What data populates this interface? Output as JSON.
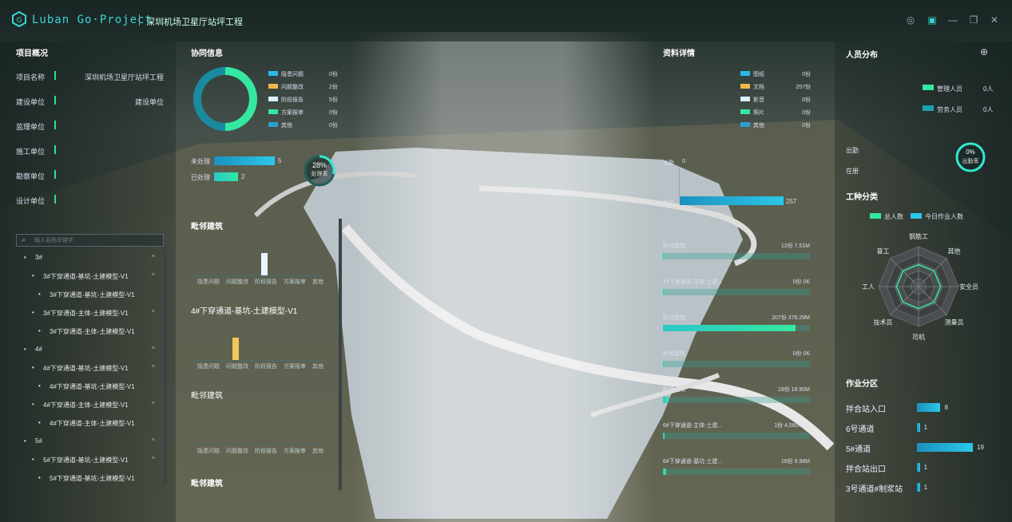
{
  "header": {
    "logo": "Luban Go·Project",
    "project": "深圳机场卫星厅站坪工程"
  },
  "overview": {
    "title": "项目概况",
    "rows": [
      {
        "label": "项目名称",
        "value": "深圳机场卫星厅站坪工程"
      },
      {
        "label": "建设单位",
        "value": "建设单位"
      },
      {
        "label": "监理单位",
        "value": ""
      },
      {
        "label": "施工单位",
        "value": ""
      },
      {
        "label": "勘察单位",
        "value": ""
      },
      {
        "label": "设计单位",
        "value": ""
      }
    ]
  },
  "search": {
    "placeholder": "输入名称关键字"
  },
  "tree": [
    {
      "label": "3#",
      "level": 0,
      "caret": "^"
    },
    {
      "label": "3#下穿通道-基坑-土建模型-V1",
      "level": 1,
      "caret": "^"
    },
    {
      "label": "3#下穿通道-基坑-土建模型-V1",
      "level": 2,
      "caret": ""
    },
    {
      "label": "3#下穿通道-主体-土建模型-V1",
      "level": 1,
      "caret": "^"
    },
    {
      "label": "3#下穿通道-主体-土建模型-V1",
      "level": 2,
      "caret": ""
    },
    {
      "label": "4#",
      "level": 0,
      "caret": "^"
    },
    {
      "label": "4#下穿通道-基坑-土建模型-V1",
      "level": 1,
      "caret": "^"
    },
    {
      "label": "4#下穿通道-基坑-土建模型-V1",
      "level": 2,
      "caret": ""
    },
    {
      "label": "4#下穿通道-主体-土建模型-V1",
      "level": 1,
      "caret": "^"
    },
    {
      "label": "4#下穿通道-主体-土建模型-V1",
      "level": 2,
      "caret": ""
    },
    {
      "label": "5#",
      "level": 0,
      "caret": "^"
    },
    {
      "label": "5#下穿通道-基坑-土建模型-V1",
      "level": 1,
      "caret": "^"
    },
    {
      "label": "5#下穿通道-基坑-土建模型-V1",
      "level": 2,
      "caret": ""
    }
  ],
  "collab": {
    "title": "协同信息",
    "legend": [
      {
        "label": "隐患问题",
        "value": "0份",
        "color": "#2bb8e8"
      },
      {
        "label": "问题整改",
        "value": "2份",
        "color": "#f0b84a"
      },
      {
        "label": "阶段报告",
        "value": "5份",
        "color": "#d9f2ff"
      },
      {
        "label": "方案报审",
        "value": "0份",
        "color": "#35e8a0"
      },
      {
        "label": "其他",
        "value": "0份",
        "color": "#2aa0d0"
      }
    ],
    "pending_label": "未处理",
    "pending_value": "5",
    "done_label": "已处理",
    "done_value": "2",
    "rate": "28%",
    "rate_label": "处理率"
  },
  "nearby": {
    "title": "毗邻建筑",
    "categories": [
      "隐患问题",
      "问题整改",
      "阶段报告",
      "方案报审",
      "其他"
    ],
    "groups": [
      {
        "title": "毗邻建筑",
        "values": [
          0,
          0,
          1,
          0,
          0
        ],
        "color": "#e8f8ff"
      },
      {
        "title": "4#下穿通道-基坑-土建模型-V1",
        "values": [
          0,
          1,
          0,
          0,
          0
        ],
        "color": "#f5c75a"
      },
      {
        "title": "毗邻建筑",
        "values": [
          0,
          0,
          0,
          0,
          0
        ],
        "color": "#35e8a0"
      }
    ],
    "last_title": "毗邻建筑"
  },
  "docs": {
    "title": "资料详情",
    "legend": [
      {
        "label": "图纸",
        "value": "0份",
        "color": "#2bb8e8"
      },
      {
        "label": "文档",
        "value": "257份",
        "color": "#f0b84a"
      },
      {
        "label": "影音",
        "value": "0份",
        "color": "#d9f2ff"
      },
      {
        "label": "照片",
        "value": "0份",
        "color": "#35e8a0"
      },
      {
        "label": "其他",
        "value": "0份",
        "color": "#2aa0d0"
      }
    ],
    "top_label": "出勤",
    "top_value": "0",
    "bar_label": "毗邻",
    "bar_value": "257",
    "items": [
      {
        "label": "毗邻建筑",
        "info": "12份 7.51M",
        "pct": 0.01
      },
      {
        "label": "4#下穿通道-主体-土建...",
        "info": "0份 0K",
        "pct": 0.0
      },
      {
        "label": "毗邻建筑",
        "info": "207份 376.29M",
        "pct": 0.9
      },
      {
        "label": "毗邻建筑",
        "info": "0份 0K",
        "pct": 0.0
      },
      {
        "label": "毗邻建筑",
        "info": "19份 18.90M",
        "pct": 0.03
      },
      {
        "label": "6#下穿通道-主体-土建...",
        "info": "1份 4,560.55K",
        "pct": 0.005
      },
      {
        "label": "6#下穿通道-基坑-土建...",
        "info": "18份 9.98M",
        "pct": 0.02
      }
    ]
  },
  "personnel": {
    "title": "人员分布",
    "legend": [
      {
        "label": "管理人员",
        "value": "0人",
        "color": "#35e8a0"
      },
      {
        "label": "劳务人员",
        "value": "0人",
        "color": "#1aa0b0"
      }
    ],
    "out_label": "出勤",
    "in_label": "在册",
    "rate": "0%",
    "rate_label": "出勤率"
  },
  "trades": {
    "title": "工种分类",
    "legend_total": "总人数",
    "legend_today": "今日作业人数",
    "axes": [
      "钢筋工",
      "其他",
      "安全员",
      "测量员",
      "司机",
      "技术员",
      "工人",
      "普工"
    ]
  },
  "zones": {
    "title": "作业分区",
    "items": [
      {
        "label": "拌合站入口",
        "value": 8
      },
      {
        "label": "6号通道",
        "value": 1
      },
      {
        "label": "5#通道",
        "value": 19
      },
      {
        "label": "拌合站出口",
        "value": 1
      },
      {
        "label": "3号通道#制浆站",
        "value": 1
      }
    ]
  }
}
